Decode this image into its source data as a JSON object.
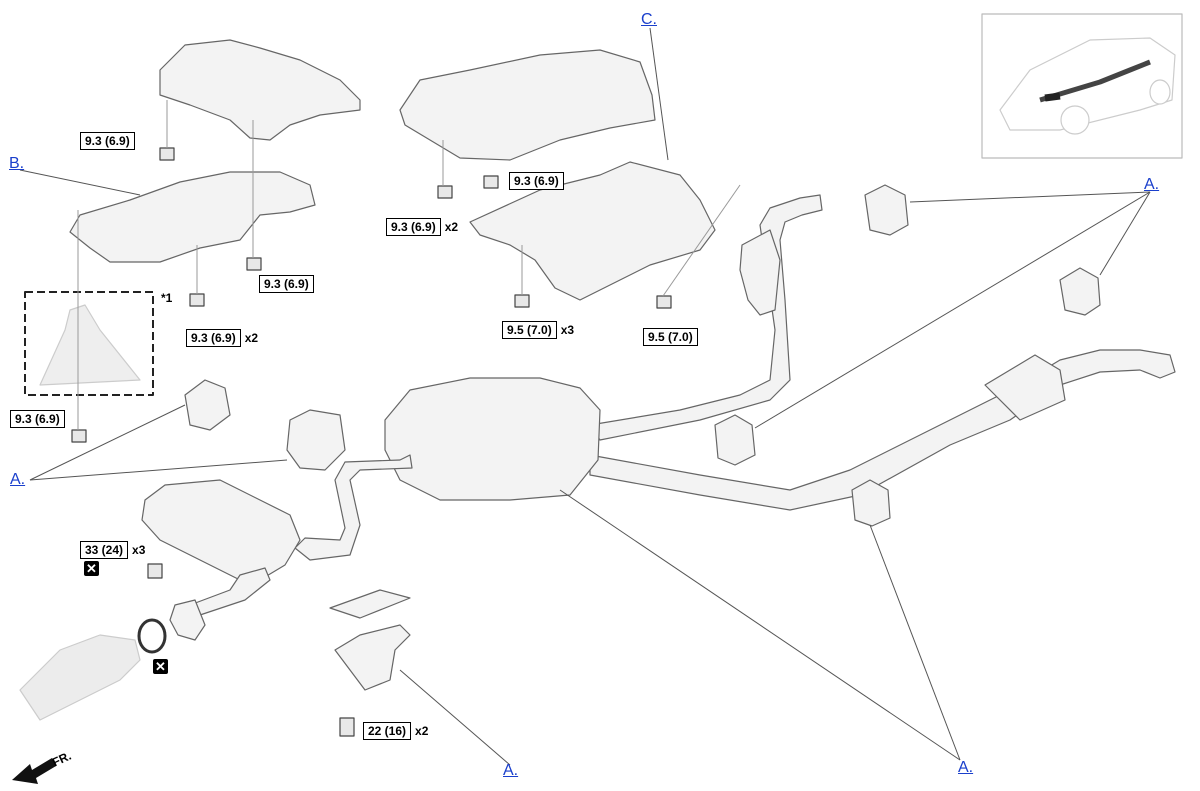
{
  "links": {
    "c": "C.",
    "b": "B.",
    "a_top_right": "A.",
    "a_left": "A.",
    "a_bottom_center": "A.",
    "a_bottom_right": "A."
  },
  "torques": {
    "t1": {
      "value": "9.3 (6.9)",
      "qty": ""
    },
    "t2": {
      "value": "9.3 (6.9)",
      "qty": ""
    },
    "t3": {
      "value": "9.3 (6.9)",
      "qty": "x2"
    },
    "t4": {
      "value": "9.3 (6.9)",
      "qty": ""
    },
    "t5": {
      "value": "9.3 (6.9)",
      "qty": "x2"
    },
    "t6": {
      "value": "9.5 (7.0)",
      "qty": "x3"
    },
    "t7": {
      "value": "9.5 (7.0)",
      "qty": ""
    },
    "t8": {
      "value": "9.3 (6.9)",
      "qty": ""
    },
    "t9": {
      "value": "33 (24)",
      "qty": "x3"
    },
    "t10": {
      "value": "22 (16)",
      "qty": "x2"
    }
  },
  "notes": {
    "star1": "*1"
  },
  "symbols": {
    "nonreuse": "✕"
  },
  "front_label": "FR.",
  "colors": {
    "link": "#1a3fcc",
    "line": "#555555",
    "part_fill": "#f2f2f2",
    "part_stroke": "#666666"
  }
}
